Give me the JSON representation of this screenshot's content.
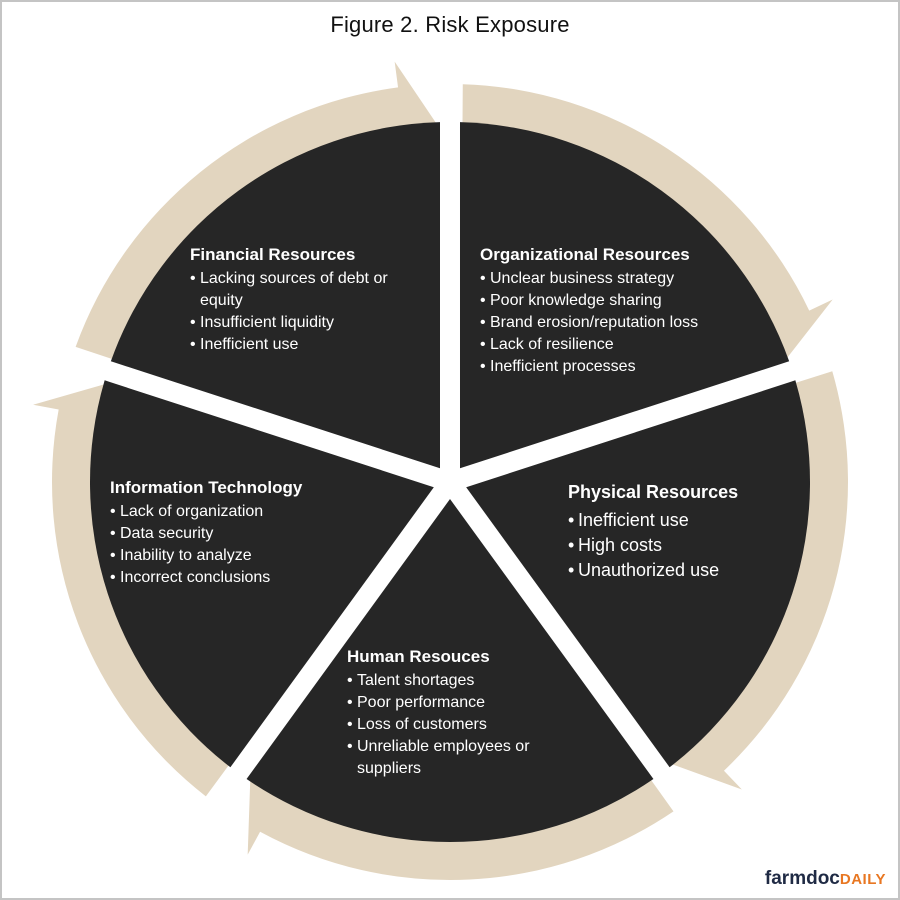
{
  "title": "Figure 2. Risk Exposure",
  "colors": {
    "wedge": "#262626",
    "ring": "#e2d5bf",
    "text": "#ffffff",
    "logo_primary": "#1f2a44",
    "logo_accent": "#e87722"
  },
  "segments": [
    {
      "id": "financial",
      "heading": "Financial Resources",
      "items": [
        "Lacking sources of debt or equity",
        "Insufficient liquidity",
        "Inefficient use"
      ]
    },
    {
      "id": "organizational",
      "heading": "Organizational Resources",
      "items": [
        "Unclear business strategy",
        "Poor knowledge sharing",
        "Brand erosion/reputation loss",
        "Lack of resilience",
        "Inefficient processes"
      ]
    },
    {
      "id": "physical",
      "heading": "Physical Resources",
      "items": [
        "Inefficient use",
        "High costs",
        "Unauthorized use"
      ]
    },
    {
      "id": "human",
      "heading": "Human Resouces",
      "items": [
        "Talent shortages",
        "Poor performance",
        "Loss of customers",
        "Unreliable employees or suppliers"
      ]
    },
    {
      "id": "it",
      "heading": "Information Technology",
      "items": [
        "Lack of organization",
        "Data security",
        "Inability to analyze",
        "Incorrect conclusions"
      ]
    }
  ],
  "cycle_direction": "clockwise",
  "logo": {
    "primary": "farmdoc",
    "accent": "DAILY"
  }
}
